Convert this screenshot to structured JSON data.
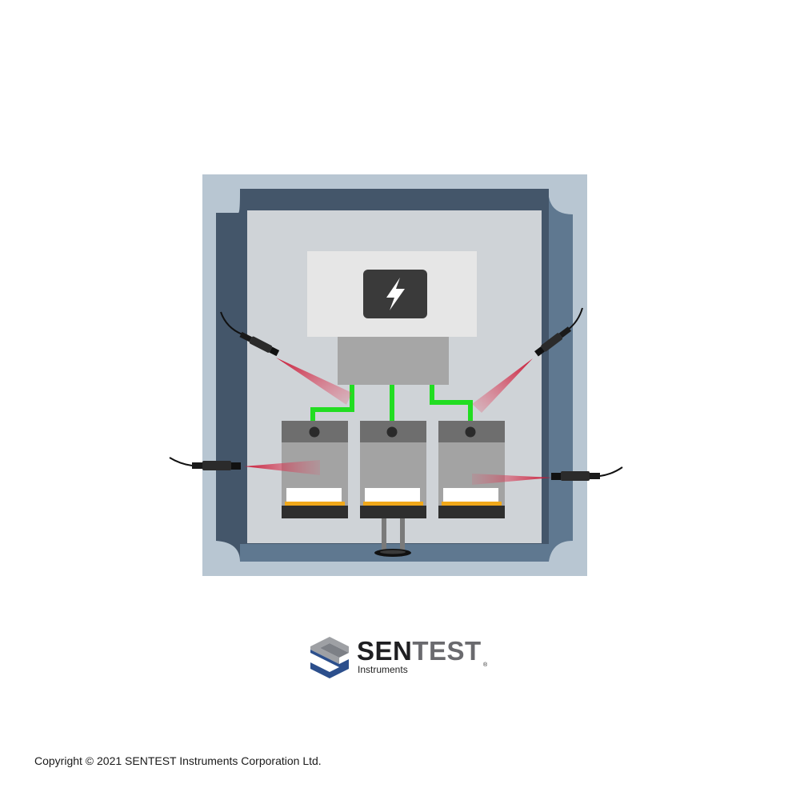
{
  "brand": {
    "name_part1": "SEN",
    "name_part2": "TEST",
    "subtitle": "Instruments",
    "registered_mark": "®"
  },
  "footer": {
    "copyright": "Copyright © 2021 SENTEST Instruments Corporation Ltd."
  },
  "colors": {
    "chamber_outer": "#b8c6d2",
    "chamber_wall_left": "#44566a",
    "chamber_wall_right": "#5f7890",
    "chamber_interior": "#cfd3d7",
    "power_panel": "#e6e6e6",
    "power_icon_bg": "#3a3a3a",
    "controller_box": "#a6a6a6",
    "wire": "#22dd22",
    "sample_top": "#6e6e6e",
    "sample_body": "#a3a3a3",
    "sample_base": "#2e2e2e",
    "sample_pad": "#f0a81a",
    "sensor_beam": "#c8102e",
    "brand_blue": "#2c4f8c"
  },
  "icons": {
    "power": "lightning-bolt-icon",
    "logo": "sentest-s-logo-icon"
  }
}
